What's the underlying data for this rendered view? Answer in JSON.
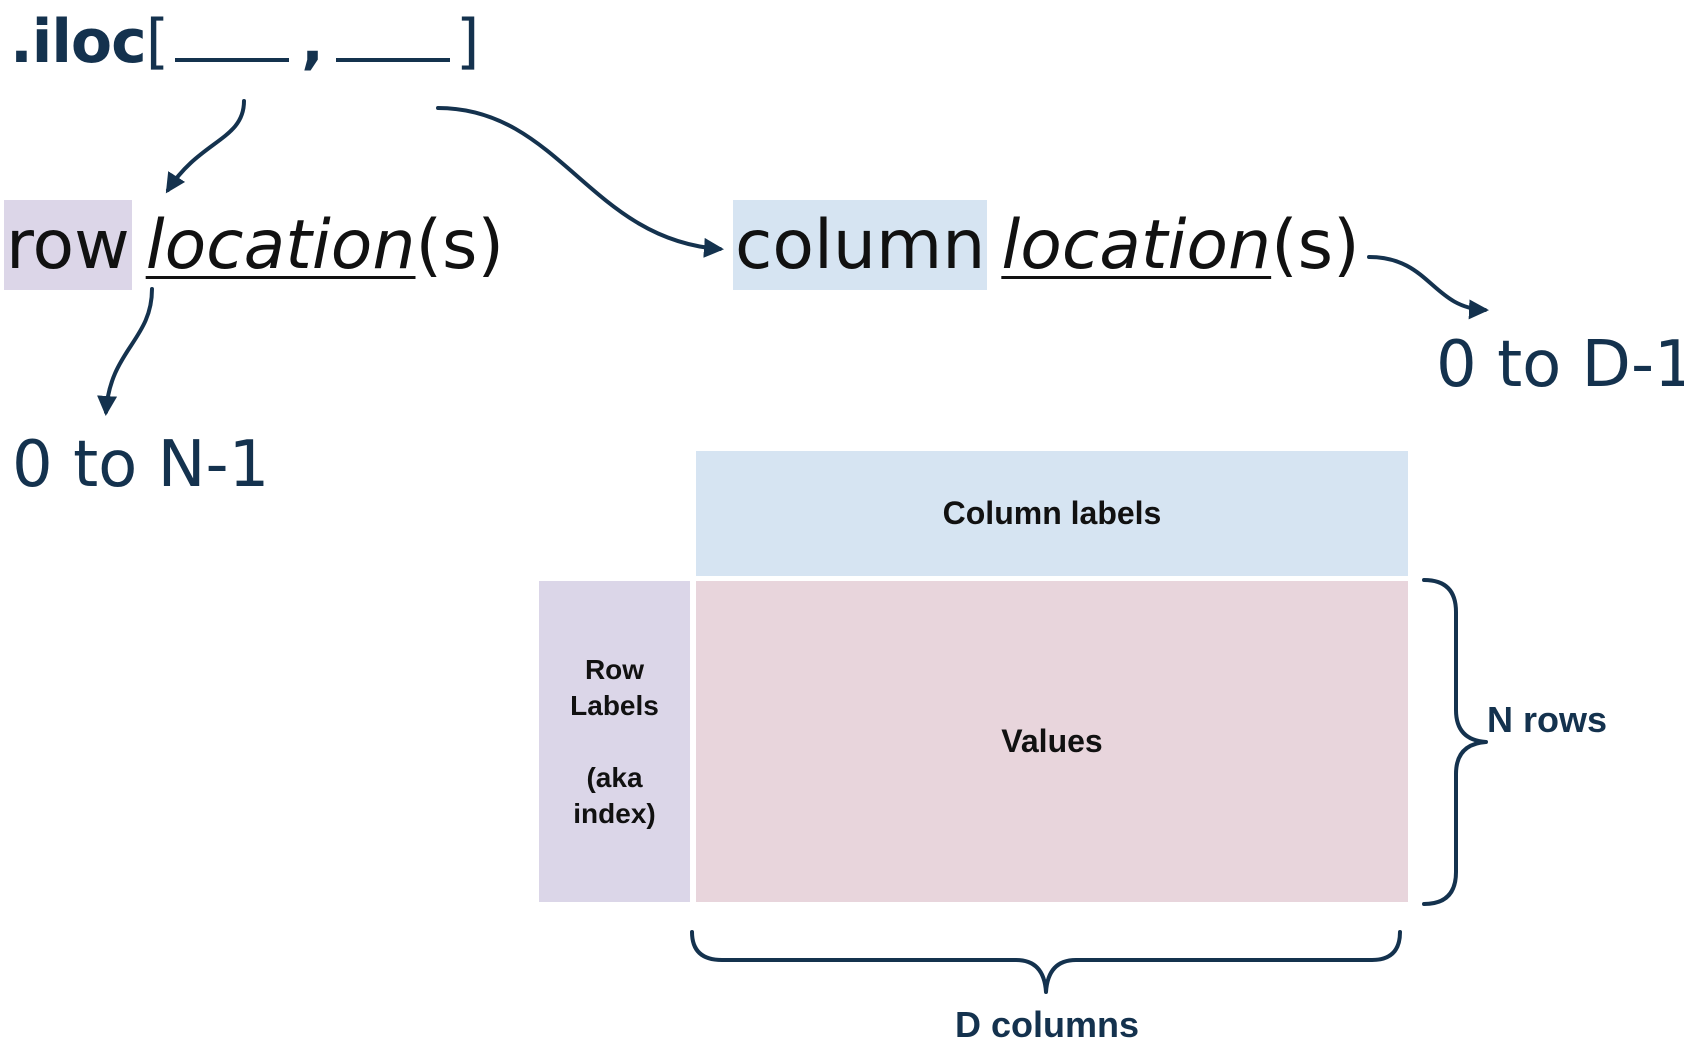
{
  "expression": {
    "prefix": ".iloc",
    "open_bracket": "[",
    "comma": ",",
    "close_bracket": "]"
  },
  "row_phrase": {
    "highlight": "row",
    "location": "location",
    "suffix": "(s)"
  },
  "column_phrase": {
    "highlight": "column",
    "location": "location",
    "suffix": "(s)"
  },
  "row_range": "0 to N-1",
  "column_range": "0 to D-1",
  "dataframe": {
    "column_labels": "Column labels",
    "row_labels_line1": "Row",
    "row_labels_line2": "Labels",
    "row_labels_line3": "(aka",
    "row_labels_line4": "index)",
    "values": "Values",
    "n_rows": "N rows",
    "d_columns": "D columns"
  },
  "colors": {
    "dark_navy": "#14324e",
    "row_highlight": "#dcd6e8",
    "column_highlight": "#d6e4f2",
    "values_fill": "#e8d5dc"
  }
}
